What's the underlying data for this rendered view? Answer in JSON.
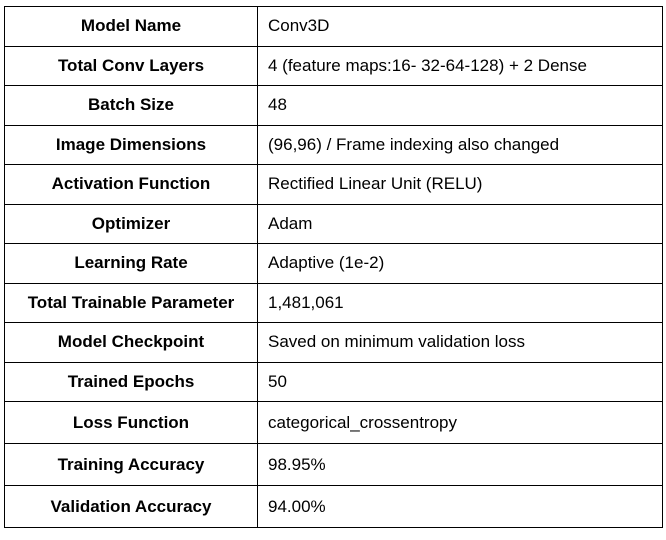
{
  "rows": [
    {
      "key": "Model Name",
      "value": "Conv3D"
    },
    {
      "key": "Total Conv Layers",
      "value": "4 (feature maps:16- 32-64-128) + 2 Dense"
    },
    {
      "key": "Batch Size",
      "value": "48"
    },
    {
      "key": "Image Dimensions",
      "value": "(96,96) / Frame indexing also changed"
    },
    {
      "key": "Activation Function",
      "value": "Rectified Linear Unit (RELU)"
    },
    {
      "key": "Optimizer",
      "value": "Adam"
    },
    {
      "key": "Learning Rate",
      "value": "Adaptive (1e-2)"
    },
    {
      "key": "Total Trainable Parameter",
      "value": "1,481,061"
    },
    {
      "key": "Model Checkpoint",
      "value": "Saved on minimum validation loss"
    },
    {
      "key": "Trained Epochs",
      "value": "50"
    },
    {
      "key": "Loss Function",
      "value": "categorical_crossentropy"
    },
    {
      "key": "Training Accuracy",
      "value": "98.95%"
    },
    {
      "key": "Validation Accuracy",
      "value": "94.00%"
    }
  ]
}
